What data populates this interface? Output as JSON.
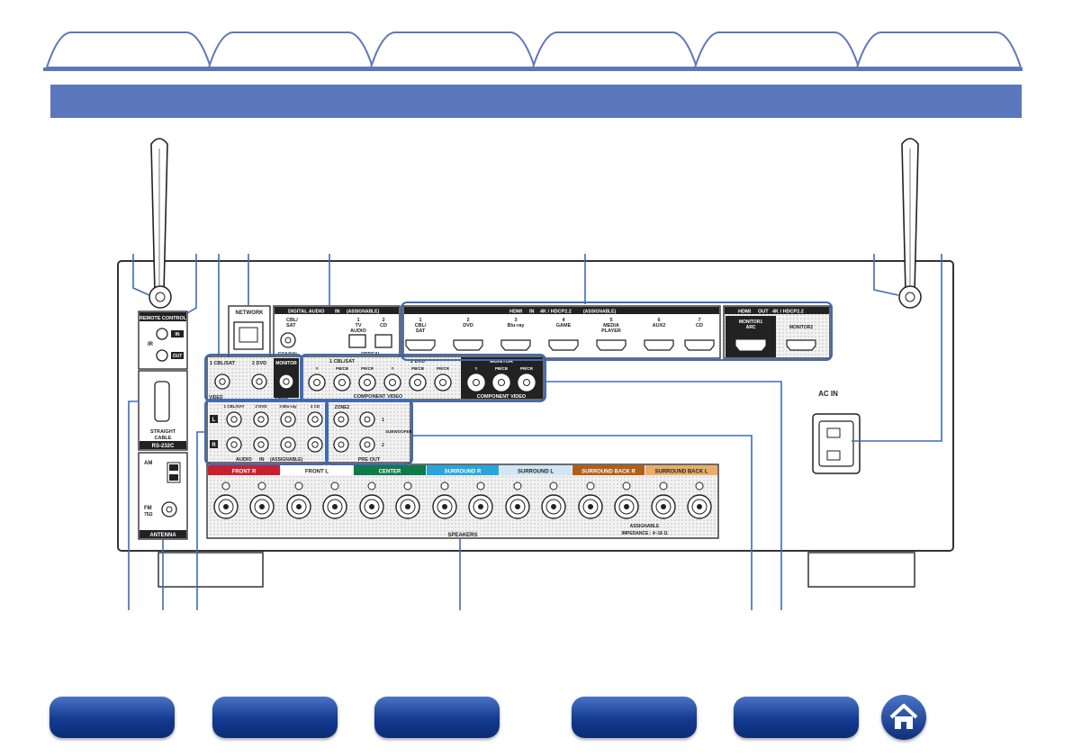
{
  "tabs_count": 6,
  "nav_buttons_count": 5,
  "panel": {
    "network": "NETWORK",
    "digital_audio": "DIGITAL AUDIO",
    "digital_in_badge": "IN",
    "assignable": "(ASSIGNABLE)",
    "cbl_sat_coax": [
      "CBL/",
      "SAT"
    ],
    "coaxial": "COAXIAL",
    "optical_1": [
      "1",
      "TV",
      "AUDIO"
    ],
    "optical_2": [
      "2",
      "CD"
    ],
    "optical": "OPTICAL",
    "remote_control": "REMOTE CONTROL",
    "ir": "IR",
    "ir_in": "IN",
    "ir_out": "OUT",
    "rs232c": "RS-232C",
    "straight_cable": [
      "STRAIGHT",
      "CABLE"
    ],
    "antenna": "ANTENNA",
    "am": "AM",
    "fm": [
      "FM",
      "75Ω"
    ],
    "hdmi_in_title": "HDMI",
    "hdmi_in_badge": "IN",
    "hdmi_in_spec": "4K / HDCP2.2",
    "hdmi_inputs": [
      {
        "num": "1",
        "name": [
          "CBL/",
          "SAT"
        ]
      },
      {
        "num": "2",
        "name": [
          "DVD"
        ]
      },
      {
        "num": "3",
        "name": [
          "Blu-ray"
        ]
      },
      {
        "num": "4",
        "name": [
          "GAME"
        ]
      },
      {
        "num": "5",
        "name": [
          "MEDIA",
          "PLAYER"
        ]
      },
      {
        "num": "6",
        "name": [
          "AUX2"
        ]
      },
      {
        "num": "7",
        "name": [
          "CD"
        ]
      }
    ],
    "hdmi_out_title": "HDMI",
    "hdmi_out_badge": "OUT",
    "hdmi_out_spec": "4K / HDCP2.2",
    "monitor1": [
      "MONITOR1",
      "ARC"
    ],
    "monitor2": "MONITOR2",
    "video_labels": [
      "1 CBL/SAT",
      "2 DVD",
      "MONITOR"
    ],
    "video_in": "VIDEO",
    "video_in_badge": "IN",
    "video_out": "VIDEO",
    "video_out_badge": "OUT",
    "component_in_groups": [
      "1 CBL/SAT",
      "2 DVD"
    ],
    "component_jacks": [
      "Y",
      "PB/CB",
      "PR/CR"
    ],
    "component_monitor": "MONITOR",
    "component_video": "COMPONENT VIDEO",
    "component_in_badge": "IN",
    "component_out_badge": "OUT",
    "audio_labels": [
      "1 CBL/SAT",
      "2 DVD",
      "3 Blu-ray",
      "4 CD"
    ],
    "audio_l": "L",
    "audio_r": "R",
    "audio": "AUDIO",
    "audio_badge": "IN",
    "zone2": "ZONE2",
    "subwoofer": "SUBWOOFER",
    "sub_nums": [
      "1",
      "2"
    ],
    "pre_out": "PRE OUT",
    "ac_in": "AC IN",
    "speakers": "SPEAKERS",
    "impedance": "IMPEDANCE : 4~16 Ω",
    "speaker_assignable": "ASSIGNABLE",
    "speaker_groups": [
      {
        "label": "FRONT R",
        "color": "#c8202f"
      },
      {
        "label": "FRONT L",
        "color": "#ffffff"
      },
      {
        "label": "CENTER",
        "color": "#0f7a4a"
      },
      {
        "label": "SURROUND R",
        "color": "#27a6dc"
      },
      {
        "label": "SURROUND L",
        "color": "#cfe7f4"
      },
      {
        "label": "SURROUND BACK R",
        "color": "#b45d15"
      },
      {
        "label": "SURROUND BACK L",
        "color": "#e9ad6a"
      }
    ]
  },
  "colors": {
    "accent": "#5a78bb",
    "callout": "#3f6bb5",
    "nav": "#123a8f"
  }
}
